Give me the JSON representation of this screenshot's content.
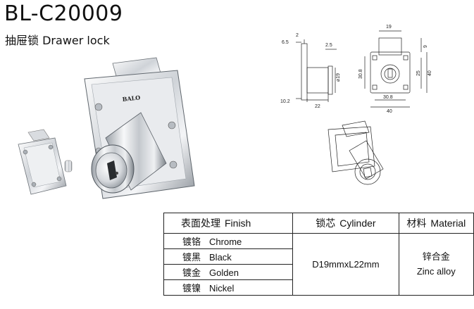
{
  "header": {
    "model": "BL-C20009",
    "subtitle_zh": "抽屉锁",
    "subtitle_en": "Drawer lock"
  },
  "product_photo": {
    "brand_mark": "BALO"
  },
  "drawing_side": {
    "dims": [
      "2",
      "6.5",
      "2.5",
      "19",
      "10.2",
      "22"
    ]
  },
  "drawing_front": {
    "dims": [
      "19",
      "9",
      "25",
      "40",
      "30.8",
      "30.8",
      "40"
    ]
  },
  "table": {
    "headers": [
      {
        "zh": "表面处理",
        "en": "Finish"
      },
      {
        "zh": "锁芯",
        "en": "Cylinder"
      },
      {
        "zh": "材料",
        "en": "Material"
      }
    ],
    "finishes": [
      {
        "zh": "镀铬",
        "en": "Chrome"
      },
      {
        "zh": "镀黑",
        "en": "Black"
      },
      {
        "zh": "镀金",
        "en": "Golden"
      },
      {
        "zh": "镀镍",
        "en": "Nickel"
      }
    ],
    "cylinder": "D19mmxL22mm",
    "material_zh": "锌合金",
    "material_en": "Zinc alloy"
  }
}
